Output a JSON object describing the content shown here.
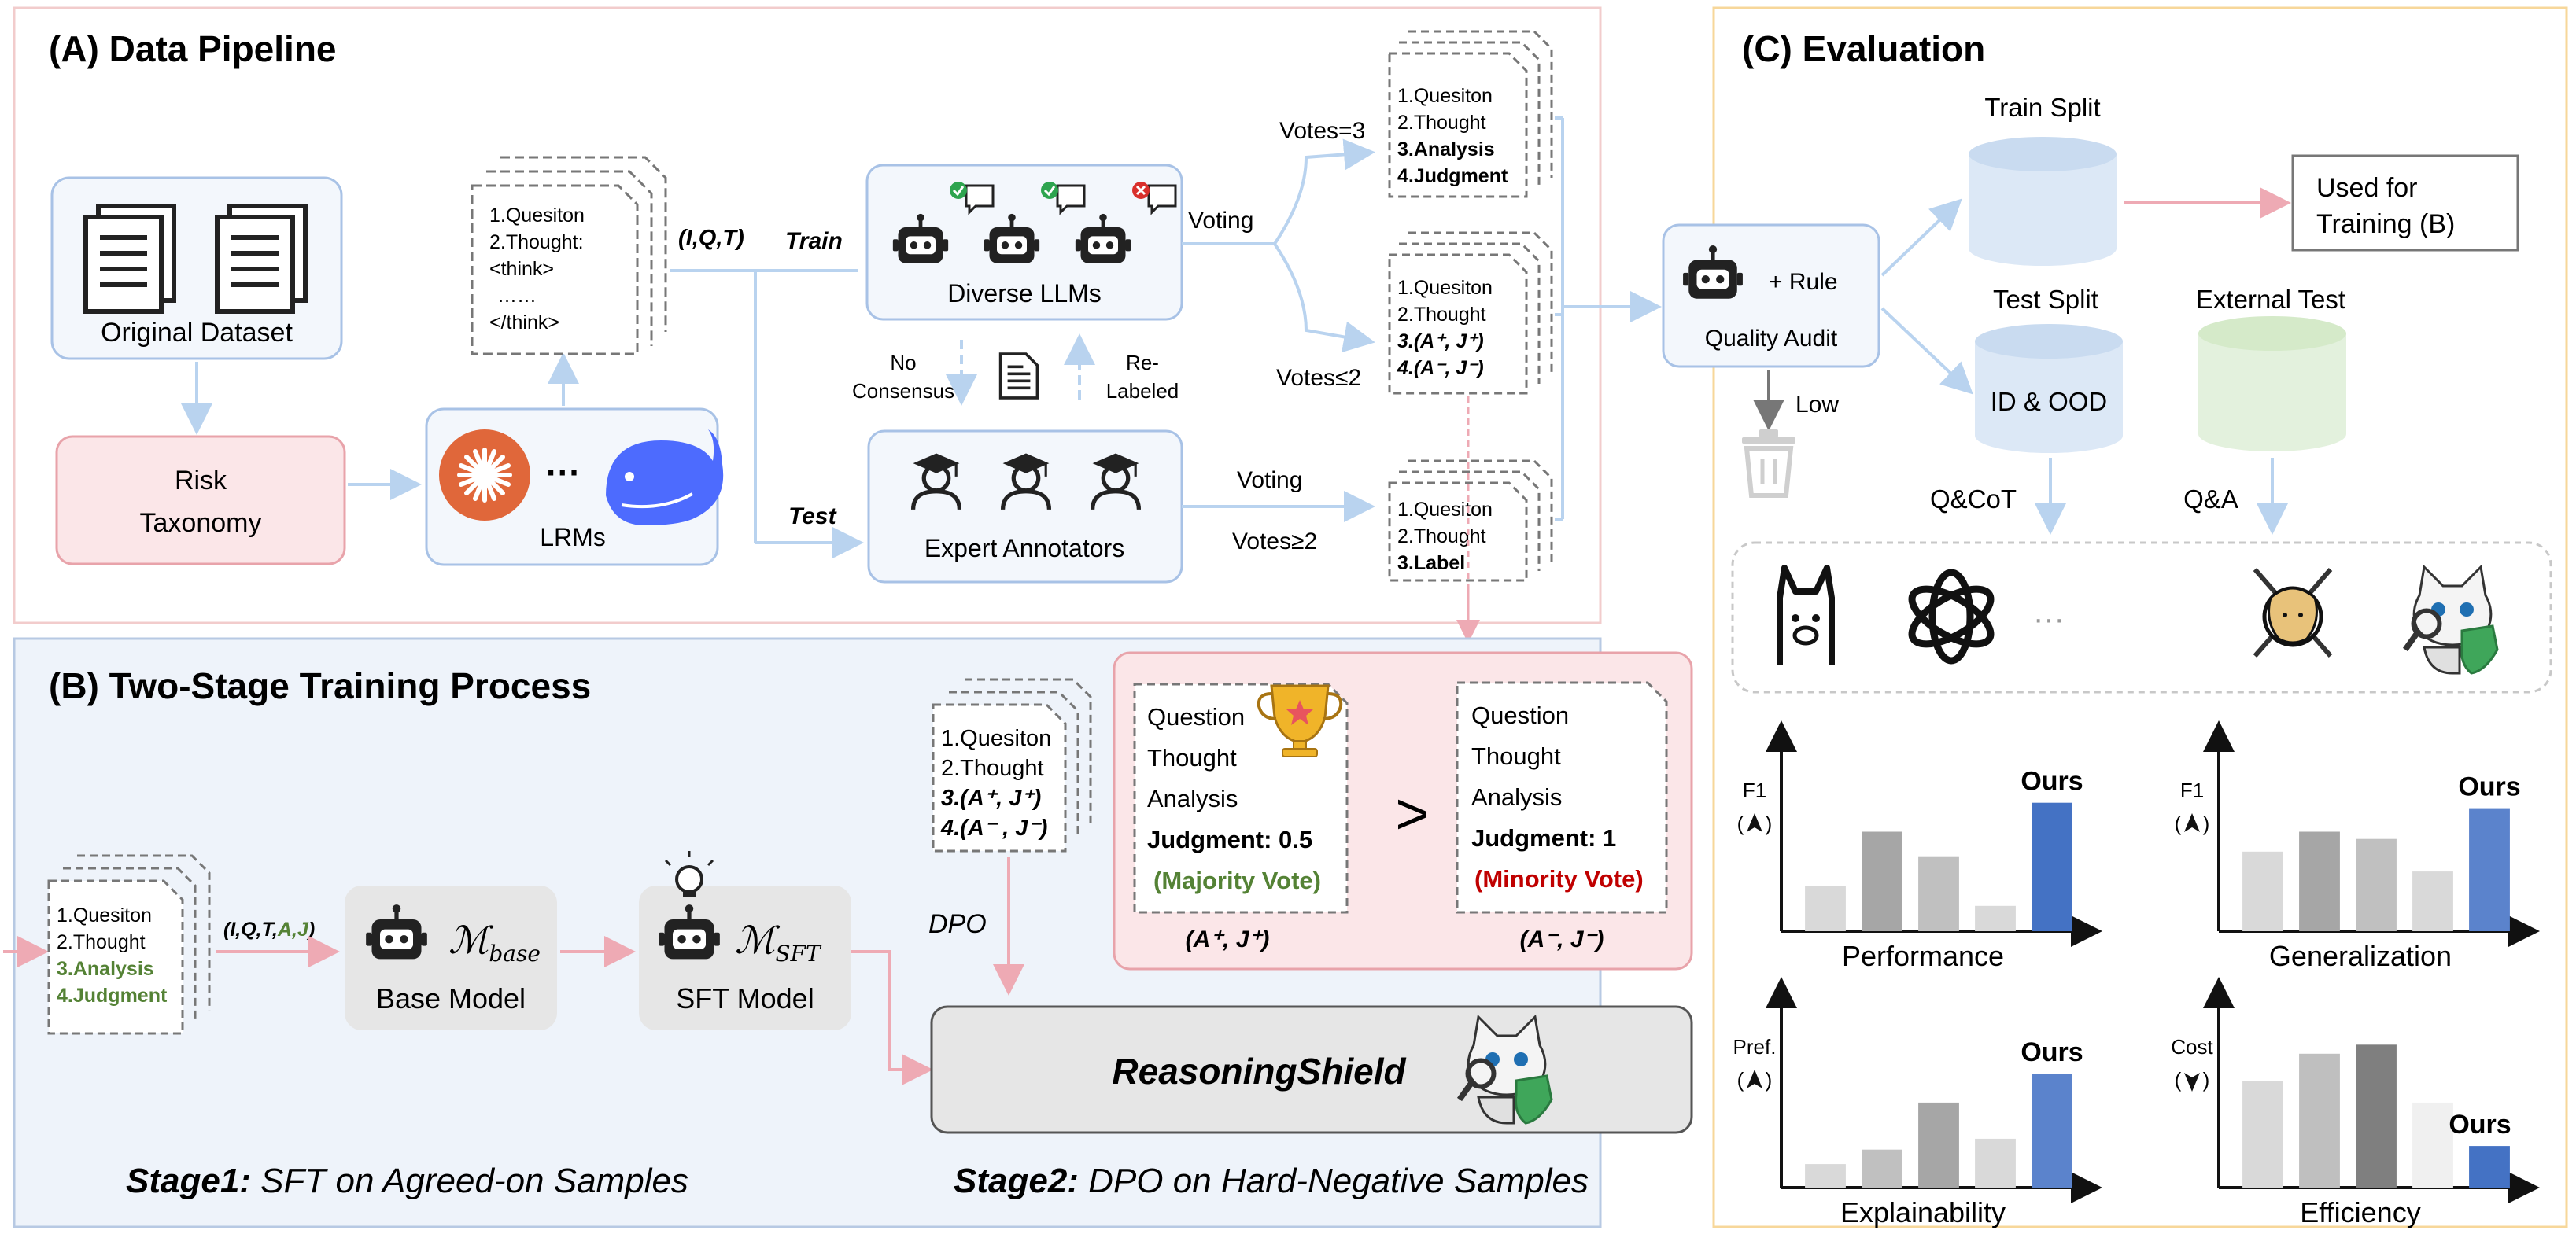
{
  "panelA": {
    "title": "(A) Data Pipeline",
    "original_dataset": "Original Dataset",
    "risk_taxonomy_1": "Risk",
    "risk_taxonomy_2": "Taxonomy",
    "lrms": "LRMs",
    "lrm_ellipsis": "···",
    "sample_doc": [
      "1.Quesiton",
      "2.Thought:",
      "<think>",
      "……",
      "</think>"
    ],
    "iqt": "(I,Q,T)",
    "train": "Train",
    "test": "Test",
    "diverse_llms": "Diverse LLMs",
    "expert_annotators": "Expert Annotators",
    "no_consensus_1": "No",
    "no_consensus_2": "Consensus",
    "relabeled_1": "Re-",
    "relabeled_2": "Labeled",
    "voting_llm": "Voting",
    "voting_expert": "Voting",
    "votes3": "Votes=3",
    "votes_le2": "Votes≤2",
    "votes_ge2": "Votes≥2",
    "doc_votes3": [
      "1.Quesiton",
      "2.Thought",
      "3.Analysis",
      "4.Judgment"
    ],
    "doc_votes_le2": [
      "1.Quesiton",
      "2.Thought",
      "3.(A⁺, J⁺)",
      "4.(A⁻, J⁻)"
    ],
    "doc_test": [
      "1.Quesiton",
      "2.Thought",
      "3.Label"
    ]
  },
  "panelB": {
    "title": "(B) Two-Stage Training Process",
    "input_doc": [
      "1.Quesiton",
      "2.Thought",
      "3.Analysis",
      "4.Judgment"
    ],
    "iqtaj_prefix": "(I,Q,T,",
    "iqtaj_green": "A,J",
    "iqtaj_suffix": ")",
    "m_base": "base",
    "m_sft": "SFT",
    "base_model": "Base Model",
    "sft_model": "SFT Model",
    "dpo_doc": [
      "1.Quesiton",
      "2.Thought",
      "3.(A⁺, J⁺)",
      "4.(A⁻ , J⁻)"
    ],
    "dpo": "DPO",
    "chosen": [
      "Question",
      "Thought",
      "Analysis",
      "Judgment: 0.5",
      "(Majority Vote)"
    ],
    "chosen_label": "(A⁺, J⁺)",
    "rejected": [
      "Question",
      "Thought",
      "Analysis",
      "Judgment:  1",
      "(Minority Vote)"
    ],
    "rejected_label": "(A⁻, J⁻)",
    "greater": ">",
    "reasoning_shield": "ReasoningShield",
    "stage1_bold": "Stage1:",
    "stage1_rest": " SFT on Agreed-on Samples",
    "stage2_bold": "Stage2:",
    "stage2_rest": " DPO on Hard-Negative Samples"
  },
  "panelC": {
    "title": "(C) Evaluation",
    "quality_audit": "Quality Audit",
    "rule": "+ Rule",
    "low": "Low",
    "train_split": "Train Split",
    "test_split": "Test Split",
    "external_test": "External Test",
    "id_ood": "ID & OOD",
    "used_for_1": "Used for",
    "used_for_2": "Training (B)",
    "qcot": "Q&CoT",
    "qa": "Q&A",
    "model_ellipsis": "···",
    "charts": [
      {
        "xlabel": "Performance",
        "ylabel": "F1",
        "arrow": "up",
        "ours": "Ours"
      },
      {
        "xlabel": "Generalization",
        "ylabel": "F1",
        "arrow": "up",
        "ours": "Ours"
      },
      {
        "xlabel": "Explainability",
        "ylabel": "Pref.",
        "arrow": "up",
        "ours": "Ours"
      },
      {
        "xlabel": "Efficiency",
        "ylabel": "Cost",
        "arrow": "down",
        "ours": "Ours"
      }
    ]
  },
  "chart_data": [
    {
      "type": "bar",
      "title": "",
      "xlabel": "Performance",
      "ylabel": "F1 (↑)",
      "categories": [
        "",
        "",
        "",
        "",
        "Ours"
      ],
      "values": [
        0.25,
        0.55,
        0.41,
        0.14,
        0.71
      ],
      "colors": [
        "#d9d9d9",
        "#a6a6a6",
        "#c0c0c0",
        "#d9d9d9",
        "#4472c4"
      ]
    },
    {
      "type": "bar",
      "title": "",
      "xlabel": "Generalization",
      "ylabel": "F1 (↑)",
      "categories": [
        "",
        "",
        "",
        "",
        "Ours"
      ],
      "values": [
        0.44,
        0.55,
        0.51,
        0.33,
        0.68
      ],
      "colors": [
        "#d9d9d9",
        "#a6a6a6",
        "#c0c0c0",
        "#d9d9d9",
        "#5b83cc"
      ]
    },
    {
      "type": "bar",
      "title": "",
      "xlabel": "Explainability",
      "ylabel": "Pref. (↑)",
      "categories": [
        "",
        "",
        "",
        "",
        "Ours"
      ],
      "values": [
        0.13,
        0.21,
        0.47,
        0.27,
        0.63
      ],
      "colors": [
        "#d9d9d9",
        "#c0c0c0",
        "#a6a6a6",
        "#d9d9d9",
        "#5b83cc"
      ]
    },
    {
      "type": "bar",
      "title": "",
      "xlabel": "Efficiency",
      "ylabel": "Cost (↓)",
      "categories": [
        "",
        "",
        "",
        "",
        "Ours"
      ],
      "values": [
        0.59,
        0.74,
        0.79,
        0.47,
        0.23
      ],
      "colors": [
        "#d9d9d9",
        "#bfbfbf",
        "#7f7f7f",
        "#f0f0f0",
        "#4472c4"
      ]
    }
  ],
  "colors": {
    "panelA_border": "#f2cccc",
    "panelB_bg": "#eef3fa",
    "panelB_border": "#b7c9e3",
    "panelC_border": "#f7d79a",
    "box_blue_fill": "#f3f7fc",
    "box_blue_stroke": "#a8c2e6",
    "pink_fill": "#fbe6e8",
    "pink_stroke": "#e8a3aa",
    "arrow_blue": "#b9d3ef",
    "arrow_pink": "#eeaab4",
    "green_text": "#548235",
    "red_text": "#c00000",
    "ours_blue": "#4472c4"
  }
}
